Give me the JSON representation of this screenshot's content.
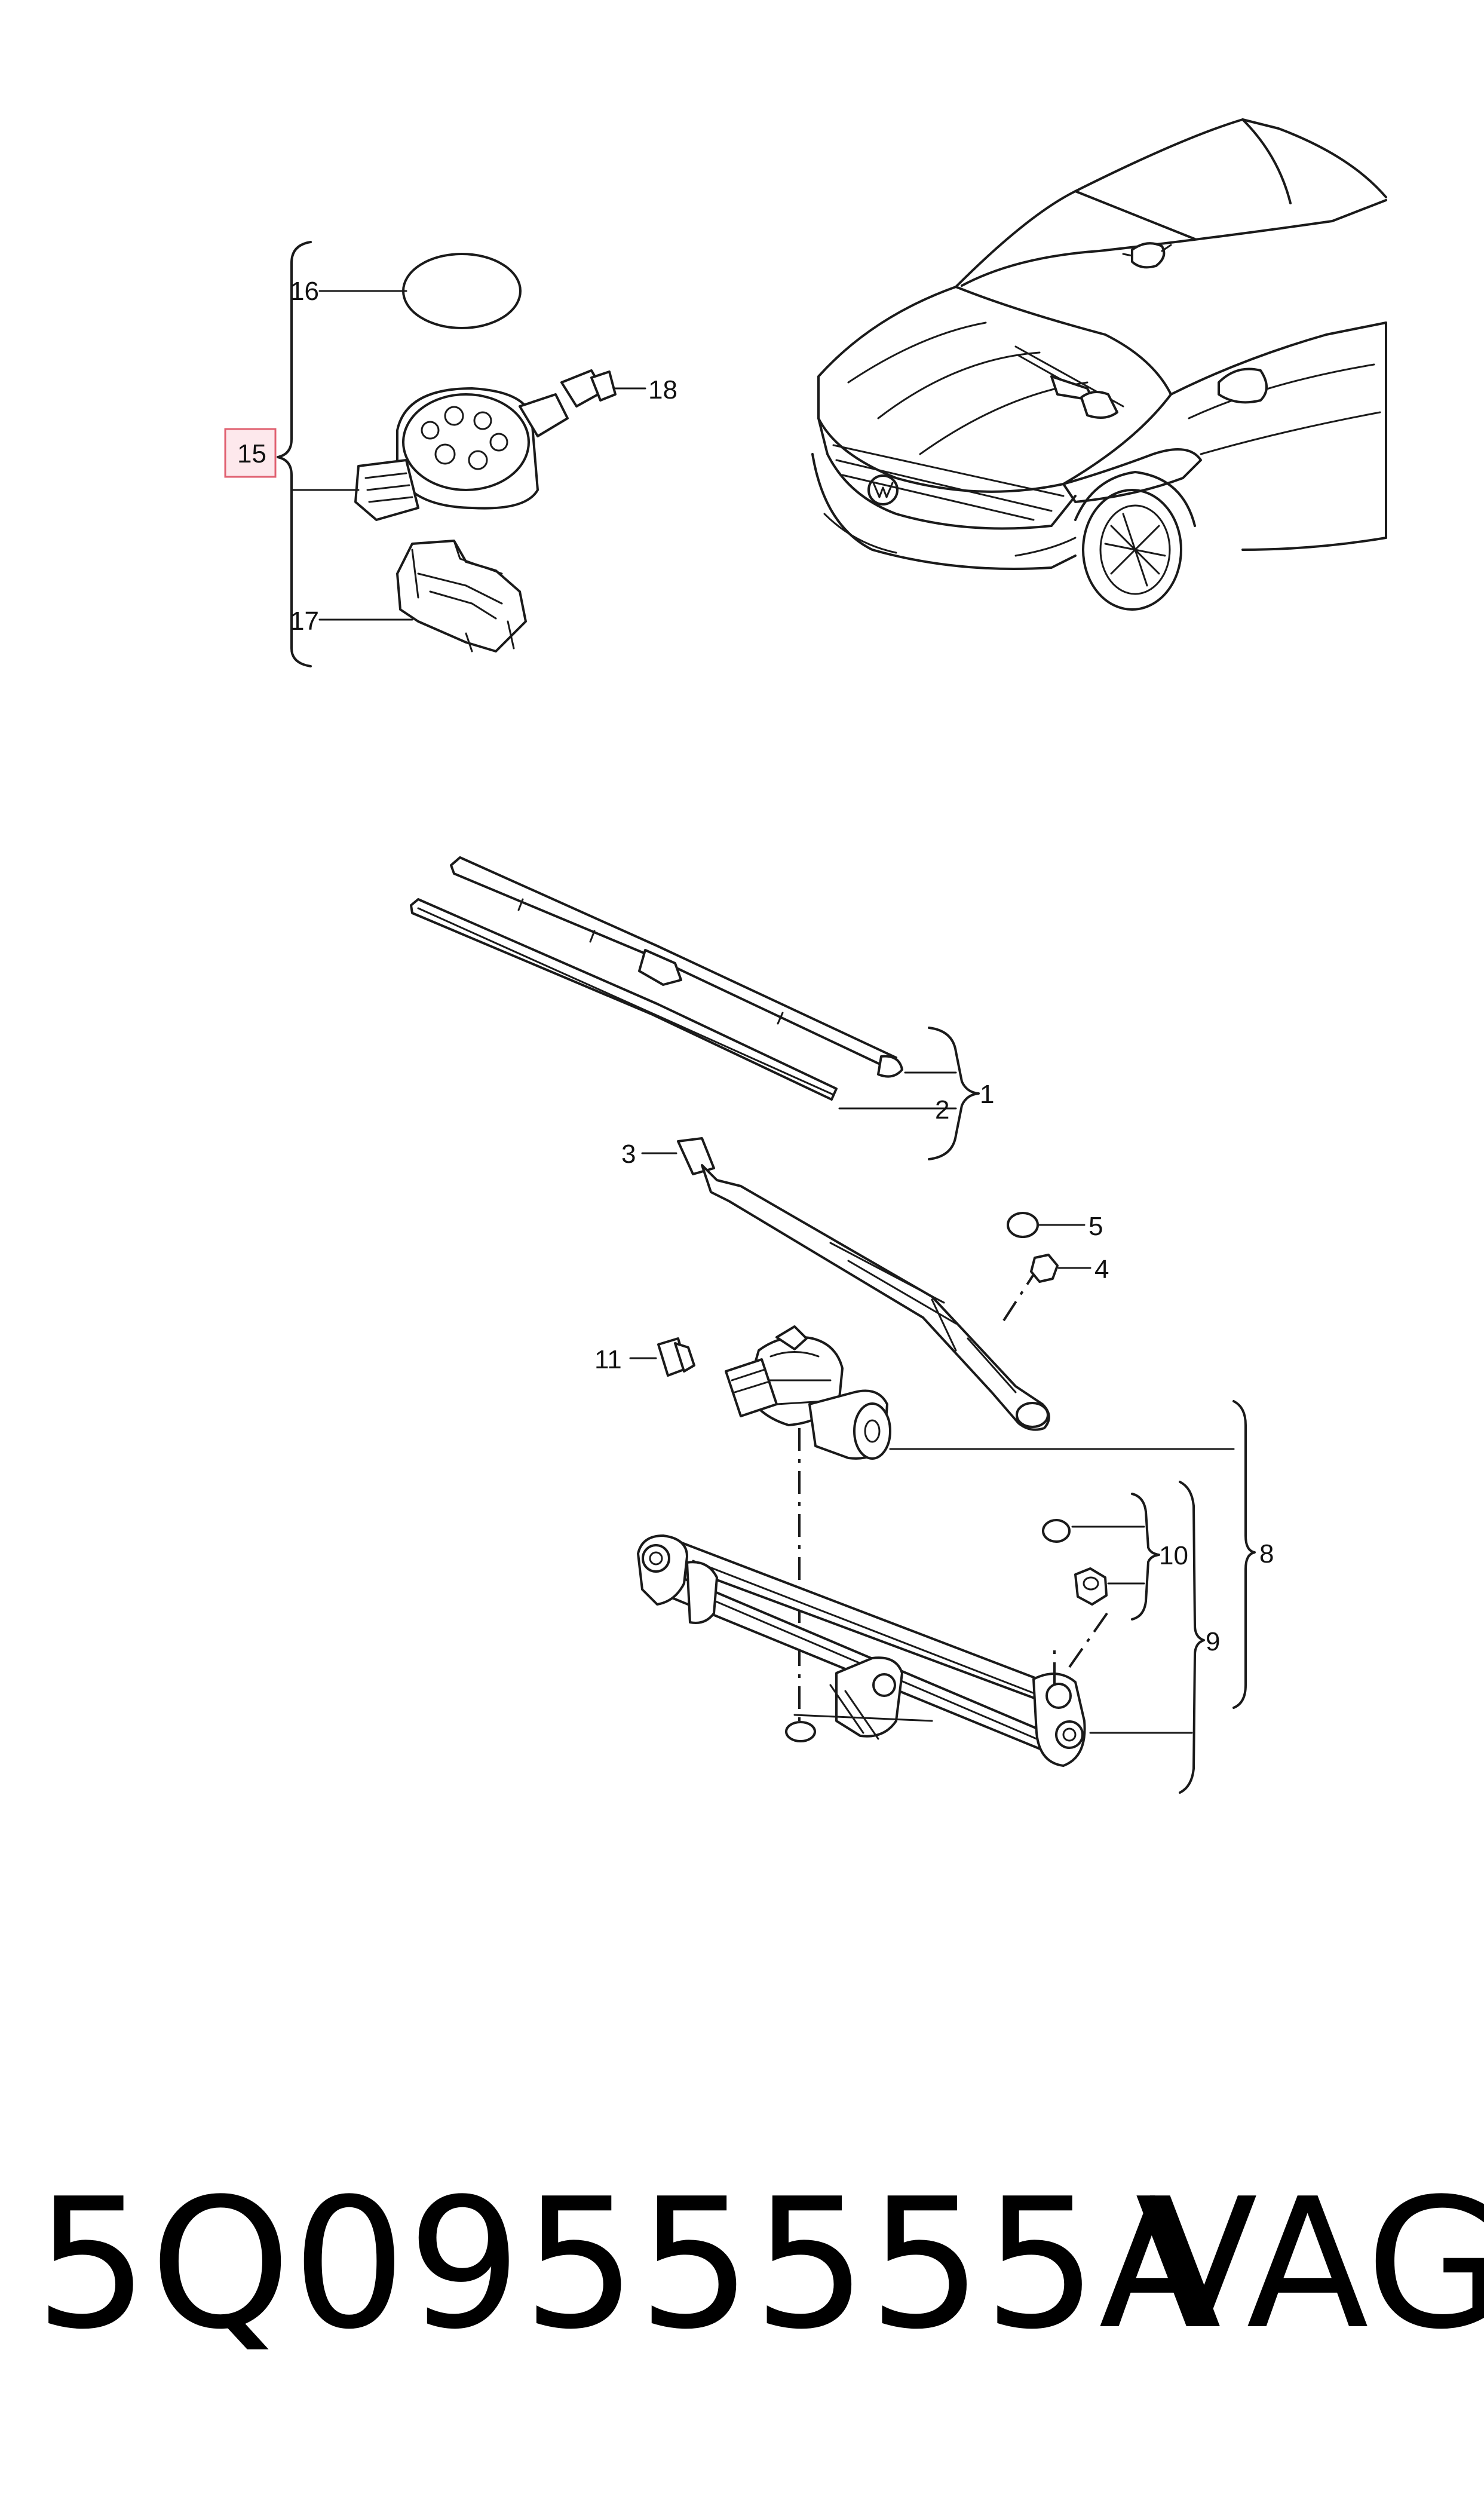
{
  "callouts": {
    "c1": "1",
    "c2": "2",
    "c3": "3",
    "c4": "4",
    "c5": "5",
    "c8": "8",
    "c9": "9",
    "c10": "10",
    "c11": "11",
    "c15": "15",
    "c16": "16",
    "c17": "17",
    "c18": "18"
  },
  "footer": {
    "part_number": "5Q0955555A",
    "brand": "VAG"
  },
  "colors": {
    "line": "#1a1a1a",
    "highlight_border": "#e06070",
    "highlight_fill": "#fde8ec"
  }
}
